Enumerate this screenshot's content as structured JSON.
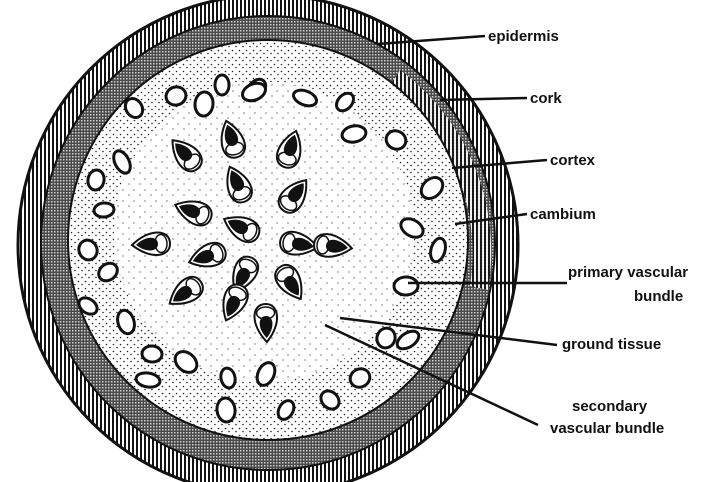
{
  "labels": {
    "epidermis": "epidermis",
    "cork": "cork",
    "cortex": "cortex",
    "cambium": "cambium",
    "primary_vascular_bundle_1": "primary vascular",
    "primary_vascular_bundle_2": "bundle",
    "ground_tissue": "ground tissue",
    "secondary_vascular_bundle_1": "secondary",
    "secondary_vascular_bundle_2": "vascular bundle"
  },
  "colors": {
    "ink": "#111111",
    "background": "#ffffff"
  }
}
